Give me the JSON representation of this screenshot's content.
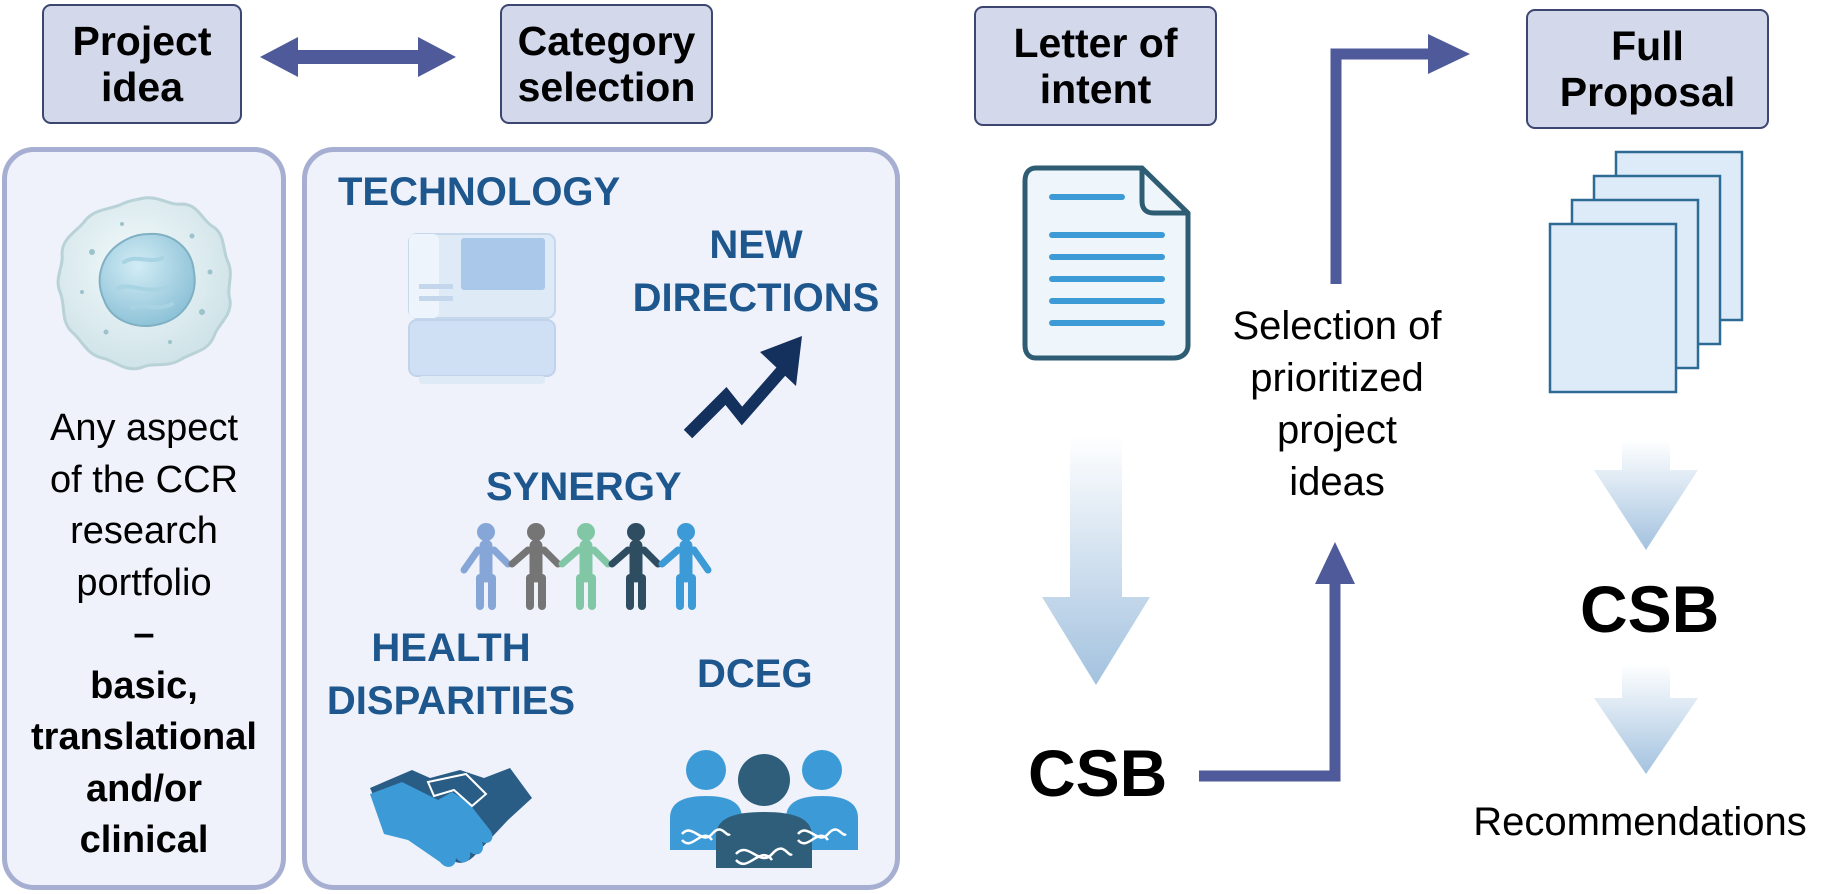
{
  "headers": {
    "project_idea": [
      "Project",
      "idea"
    ],
    "category_selection": [
      "Category",
      "selection"
    ],
    "letter_of_intent": [
      "Letter of",
      "intent"
    ],
    "full_proposal": [
      "Full",
      "Proposal"
    ]
  },
  "project_panel": {
    "plain_lines": [
      "Any aspect",
      "of the CCR",
      "research",
      "portfolio",
      "–"
    ],
    "bold_lines": [
      "basic,",
      "translational",
      "and/or",
      "clinical"
    ]
  },
  "categories": {
    "technology": "TECHNOLOGY",
    "new_directions": [
      "NEW",
      "DIRECTIONS"
    ],
    "synergy": "SYNERGY",
    "health_disparities": [
      "HEALTH",
      "DISPARITIES"
    ],
    "dceg": "DCEG"
  },
  "flow": {
    "csb_loi": "CSB",
    "selection_text": [
      "Selection of",
      "prioritized",
      "project",
      "ideas"
    ],
    "csb_proposal": "CSB",
    "recommendations": "Recommendations"
  },
  "colors": {
    "arrow": "#4f5a9a",
    "header_fill": "#d3d8ea",
    "panel_fill": "#eff2fb",
    "category_text": "#1e578d"
  },
  "icons": [
    "immune-cell-icon",
    "lab-instrument-icon",
    "trend-arrow-icon",
    "people-chain-icon",
    "handshake-icon",
    "dna-group-icon",
    "document-icon",
    "document-stack-icon",
    "down-arrow-icon"
  ]
}
